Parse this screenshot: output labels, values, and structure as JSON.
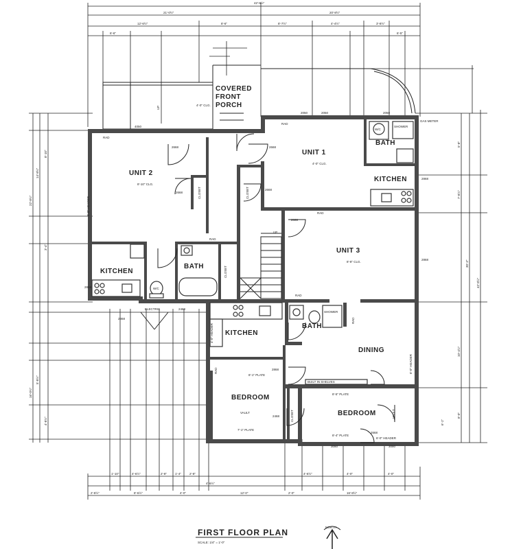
{
  "drawing": {
    "title": "FIRST FLOOR PLAN",
    "scale": "SCALE: 1/4\" = 1'-0\"",
    "north_label": "NORTH"
  },
  "rooms": {
    "covered_front_porch_1": "COVERED",
    "covered_front_porch_2": "FRONT",
    "covered_front_porch_3": "PORCH",
    "unit_1": "UNIT 1",
    "unit_2": "UNIT 2",
    "unit_3": "UNIT 3",
    "kitchen_unit1": "KITCHEN",
    "kitchen_unit2": "KITCHEN",
    "kitchen_unit3": "KITCHEN",
    "bath_unit1": "BATH",
    "bath_unit2": "BATH",
    "bath_unit3": "BATH",
    "dining": "DINING",
    "bedroom_1": "BEDROOM",
    "bedroom_2": "BEDROOM"
  },
  "notes": {
    "rad": "RAD",
    "closet": "CLOSET",
    "electric": "ELECTRIC",
    "built_in_shelves": "BUILT IN SHELVES",
    "gas_meter": "GAS METER",
    "shower": "SHOWER",
    "wc": "W/C",
    "ceiling_unit1": "4'-0\" CLG.",
    "ceiling_unit2": "8'-10\" CLG.",
    "ceiling_unit3": "8'-8\" CLG.",
    "ceiling_porch": "4'-0\" CLG.",
    "vault_1": "VAULT",
    "vault_2": "VAULT",
    "plate_1": "8'-1\" PLATE",
    "plate_2": "7'-1\" PLATE",
    "plate_3": "8'-5\" PLATE",
    "plate_4": "8'-4\" PLATE",
    "header_1": "6'-0\" HEADER",
    "header_2": "4'-0\" HEADER",
    "header_3": "6'-0\" HEADER",
    "header_4": "6'-0\" HEADER",
    "up": "UP"
  },
  "door_tags": {
    "d1": "4050",
    "d2": "2050",
    "d3": "2050",
    "d4": "2050",
    "d5": "2668",
    "d6": "2668",
    "d7": "2668",
    "d8": "2668",
    "d9": "2868",
    "d10": "2868",
    "d11": "2468",
    "d12": "2468",
    "d13": "2868",
    "d14": "2868",
    "d15": "3050",
    "d16": "3050",
    "d17": "2868",
    "d18": "2868",
    "d19": "2668"
  },
  "dimensions": {
    "top_overall": "42'-8½\"",
    "top_left": "21'-0½\"",
    "top_right": "20'-8½\"",
    "top_a": "12'-6½\"",
    "top_b": "8'-6\"",
    "top_c": "8'-7½\"",
    "top_d": "4'-4½\"",
    "top_e": "3'-8½\"",
    "top_f": "6'-6\"",
    "top_g": "6'-5\"",
    "bottom_overall": "42'-8½\"",
    "bottom_a": "2'-8½\"",
    "bottom_b": "8'-6½\"",
    "bottom_c": "4'-0\"",
    "bottom_d": "12'-0\"",
    "bottom_e": "2'-0\"",
    "bottom_f": "16'-8½\"",
    "bottom_g": "1'-10\"",
    "bottom_h": "4'-6½\"",
    "bottom_i": "2'-8\"",
    "bottom_j": "1'-4\"",
    "bottom_k": "2'-8\"",
    "bottom_l": "4'-6½\"",
    "bottom_m": "4'-0\"",
    "bottom_n": "4'-0\"",
    "bottom_o": "4'-6½\"",
    "left_overall": "42'-8½\"",
    "left_a": "14'-8½\"",
    "left_b": "22'-8½\"",
    "left_c": "8'-10\"",
    "left_d": "3'-4\"",
    "left_e": "16'-0½\"",
    "left_f": "5'-8½\"",
    "left_g": "4'-8½\"",
    "right_overall": "42'-8½\"",
    "right_a": "30'-3\"",
    "right_b": "5'-8\"",
    "right_c": "7'-8½\"",
    "right_d": "10'-4½\"",
    "right_e": "8'-0\"",
    "right_f": "6'-1\""
  }
}
